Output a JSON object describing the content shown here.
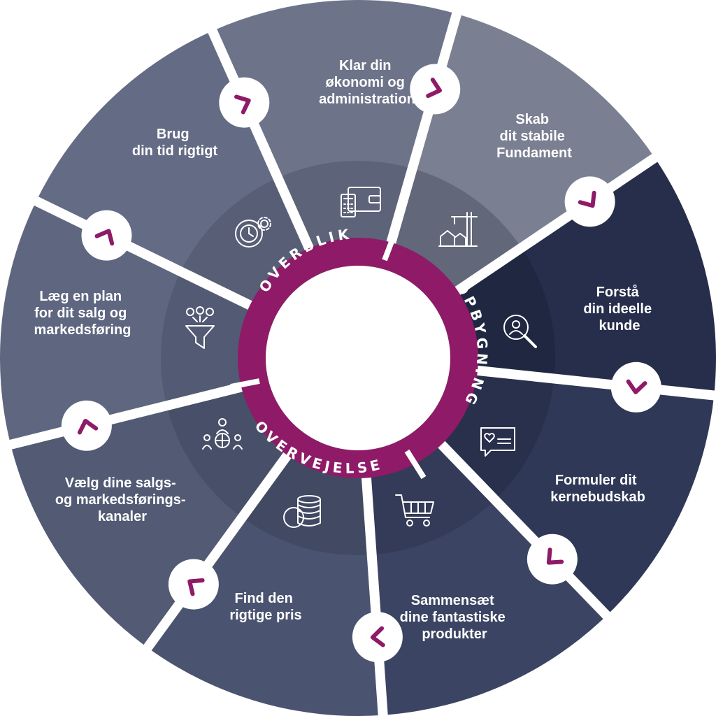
{
  "colors": {
    "accent": "#8e1a68",
    "separator": "#ffffff",
    "center": "#ffffff"
  },
  "ring_labels": {
    "overblik": "OVERBLIK",
    "opbygning": "OPBYGNING",
    "overvejelse": "OVERVEJELSE"
  },
  "segments": [
    {
      "id": "okonomi",
      "lines": [
        "Klar din",
        "økonomi og",
        "administration"
      ],
      "icon": "wallet-calculator-icon",
      "color": "#7a7f91",
      "inner": "#626779"
    },
    {
      "id": "fundament",
      "lines": [
        "Skab",
        "dit stabile",
        "Fundament"
      ],
      "icon": "construction-crane-icon",
      "color": "#262e4b",
      "inner": "#1f2741"
    },
    {
      "id": "kunde",
      "lines": [
        "Forstå",
        "din ideelle",
        "kunde"
      ],
      "icon": "magnifier-person-icon",
      "color": "#2f3856",
      "inner": "#28304c"
    },
    {
      "id": "kernebudskab",
      "lines": [
        "Formuler dit",
        "kernebudskab"
      ],
      "icon": "message-heart-icon",
      "color": "#3b4462",
      "inner": "#333b58"
    },
    {
      "id": "produkter",
      "lines": [
        "Sammensæt",
        "dine fantastiske",
        "produkter"
      ],
      "icon": "shopping-cart-icon",
      "color": "#4a5370",
      "inner": "#414963"
    },
    {
      "id": "pris",
      "lines": [
        "Find den",
        "rigtige pris"
      ],
      "icon": "coin-stack-icon",
      "color": "#525a74",
      "inner": "#484f68"
    },
    {
      "id": "kanaler",
      "lines": [
        "Vælg dine salgs-",
        "og markedsførings-",
        "kanaler"
      ],
      "icon": "people-globe-icon",
      "color": "#5e6680",
      "inner": "#535a73"
    },
    {
      "id": "plan",
      "lines": [
        "Læg en plan",
        "for dit salg og",
        "markedsføring"
      ],
      "icon": "funnel-icon",
      "color": "#646b85",
      "inner": "#575e76"
    },
    {
      "id": "tid",
      "lines": [
        "Brug",
        "din tid rigtigt"
      ],
      "icon": "clock-gear-icon",
      "color": "#6d7389",
      "inner": "#5d6379"
    }
  ]
}
